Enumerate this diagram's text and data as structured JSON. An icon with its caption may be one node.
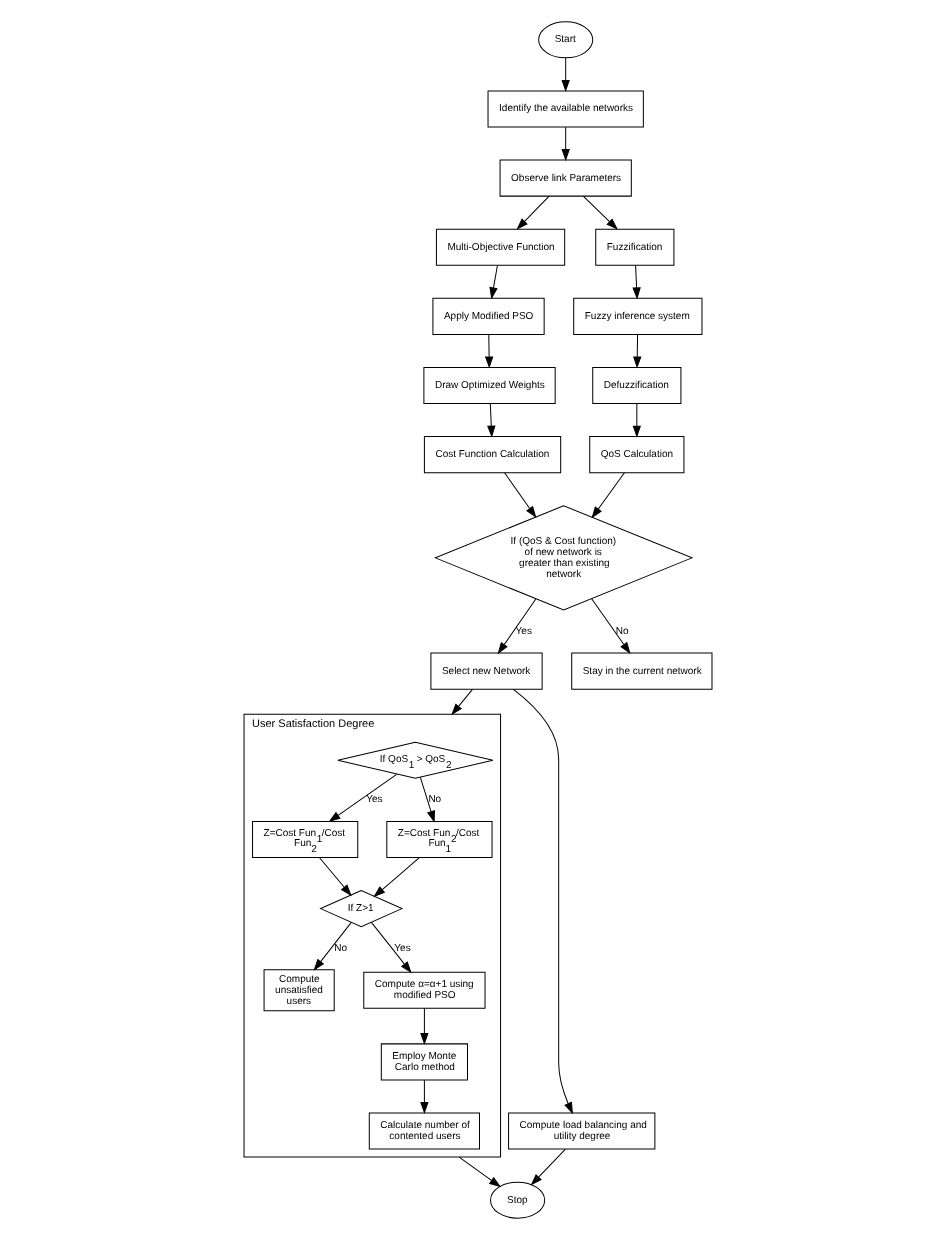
{
  "diagram": {
    "nodes": [
      {
        "text": [
          "Start"
        ]
      },
      {
        "text": [
          "Identify the available networks"
        ]
      },
      {
        "text": [
          "Observe link Parameters"
        ]
      },
      {
        "text": [
          "Multi-Objective Function"
        ]
      },
      {
        "text": [
          "Fuzzification"
        ]
      },
      {
        "text": [
          "Apply Modified PSO"
        ]
      },
      {
        "text": [
          "Fuzzy inference system"
        ]
      },
      {
        "text": [
          "Draw Optimized Weights"
        ]
      },
      {
        "text": [
          "Defuzzification"
        ]
      },
      {
        "text": [
          "Cost Function Calculation"
        ]
      },
      {
        "text": [
          "QoS Calculation"
        ]
      },
      {
        "text": [
          "If (QoS & Cost function) of new network is greater than existing network"
        ]
      },
      {
        "text": [
          "Select new Network"
        ]
      },
      {
        "text": [
          "Stay in the current network"
        ]
      },
      {
        "text": [
          "Compute load balancing and utility degree"
        ]
      },
      {
        "text": [
          "User Satisfaction Degree"
        ]
      },
      {
        "text": [
          "If QoS$_{1}$ > QoS$_{2}$"
        ],
        "in": 15
      },
      {
        "text": [
          "Z=Cost Fun$_{1}$/Cost Fun$_{2}$"
        ],
        "in": 15
      },
      {
        "text": [
          "Z=Cost Fun$_{2}$/Cost Fun$_{1}$"
        ],
        "in": 15
      },
      {
        "text": [
          "If Z>1"
        ],
        "in": 15
      },
      {
        "text": [
          "Compute unsatisfied users"
        ],
        "in": 15
      },
      {
        "text": [
          "Compute α=α+1 using modified PSO"
        ],
        "in": 15
      },
      {
        "text": [
          "Employ Monte Carlo method"
        ],
        "in": 15
      },
      {
        "text": [
          "Calculate number of contented users"
        ],
        "in": 15
      },
      {
        "text": [
          "Stop"
        ]
      }
    ],
    "edges": [
      {
        "from": 0,
        "to": 1,
        "arrow": "to"
      },
      {
        "from": 1,
        "to": 2,
        "arrow": "to"
      },
      {
        "from": 2,
        "to": 3,
        "arrow": "to"
      },
      {
        "from": 2,
        "to": 4,
        "arrow": "to"
      },
      {
        "from": 3,
        "to": 5,
        "arrow": "to"
      },
      {
        "from": 4,
        "to": 6,
        "arrow": "to"
      },
      {
        "from": 5,
        "to": 7,
        "arrow": "to"
      },
      {
        "from": 6,
        "to": 8,
        "arrow": "to"
      },
      {
        "from": 7,
        "to": 9,
        "arrow": "to"
      },
      {
        "from": 8,
        "to": 10,
        "arrow": "to"
      },
      {
        "from": 9,
        "to": 11,
        "arrow": "to"
      },
      {
        "from": 10,
        "to": 11,
        "arrow": "to"
      },
      {
        "from": 11,
        "to": 12,
        "arrow": "to",
        "label": "Yes"
      },
      {
        "from": 11,
        "to": 13,
        "arrow": "to",
        "label": "No"
      },
      {
        "from": 12,
        "to": 14,
        "arrow": "to"
      },
      {
        "from": 12,
        "to": 15,
        "arrow": "to"
      },
      {
        "from": 14,
        "to": 24,
        "arrow": "to"
      },
      {
        "from": 16,
        "to": 17,
        "arrow": "to",
        "label": "Yes"
      },
      {
        "from": 16,
        "to": 18,
        "arrow": "to",
        "label": "No"
      },
      {
        "from": 17,
        "to": 19,
        "arrow": "to"
      },
      {
        "from": 18,
        "to": 19,
        "arrow": "to"
      },
      {
        "from": 19,
        "to": 20,
        "arrow": "to",
        "label": "No"
      },
      {
        "from": 19,
        "to": 21,
        "arrow": "to",
        "label": "Yes"
      },
      {
        "from": 21,
        "to": 22,
        "arrow": "to"
      },
      {
        "from": 22,
        "to": 23,
        "arrow": "to"
      },
      {
        "from": 15,
        "to": 24,
        "arrow": "to"
      }
    ]
  }
}
